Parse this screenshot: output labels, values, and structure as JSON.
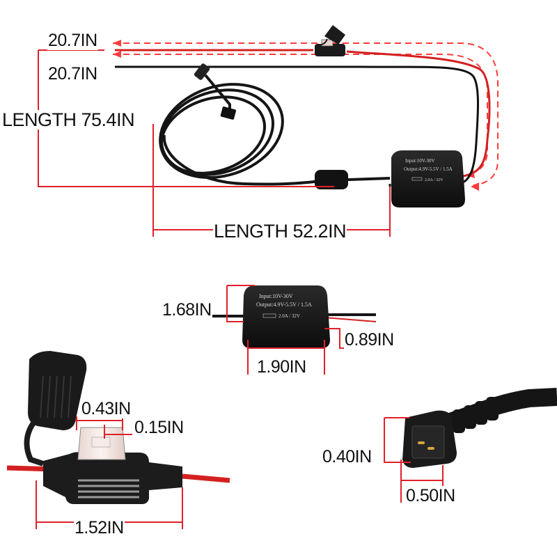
{
  "colors": {
    "dimension_line": "#e0202a",
    "guide_dashed": "#ff3333",
    "cable_black": "#111111",
    "cable_red": "#d42020",
    "housing": "#1b1b1b",
    "fuse_clear": "#f4e6e2"
  },
  "overview": {
    "red_wire_length": "20.7IN",
    "black_wire_length": "20.7IN",
    "output_cable_length": "LENGTH 75.4IN",
    "input_cable_length": "LENGTH 52.2IN"
  },
  "converter": {
    "label_input": "Input:10V-30V",
    "label_output": "Output:4.9V-5.5V / 1.5A",
    "label_rating": "2.0A / 32V",
    "height": "1.68IN",
    "depth": "0.89IN",
    "width": "1.90IN"
  },
  "fuse_holder": {
    "fuse_width": "0.43IN",
    "fuse_blade": "0.15IN",
    "holder_length": "1.52IN"
  },
  "connector": {
    "height": "0.40IN",
    "width": "0.50IN"
  }
}
